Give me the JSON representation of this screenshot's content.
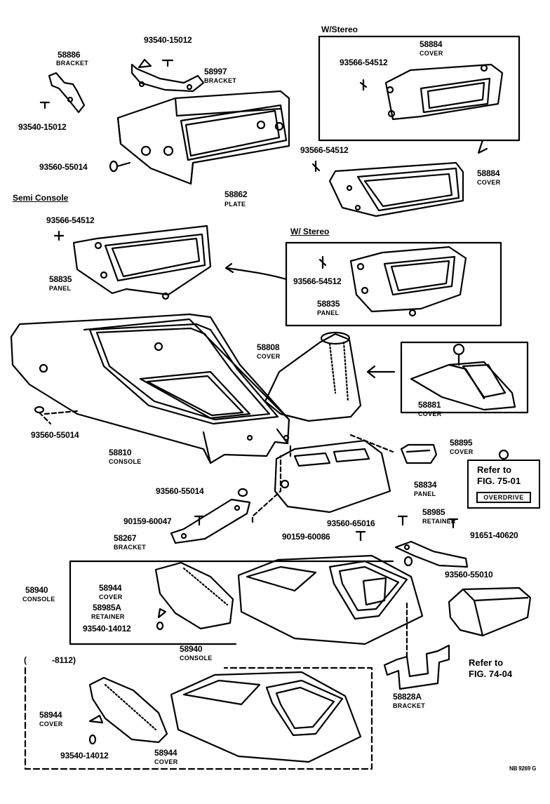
{
  "sections": {
    "semi_console": "Semi Console",
    "w_stereo_top": "W/Stereo",
    "w_stereo_mid": "W/ Stereo",
    "date_range_open": "(",
    "date_range": "-8112)"
  },
  "labels": {
    "p93540_15012_top": "93540-15012",
    "p58886": "58886",
    "p58886_name": "BRACKET",
    "p58997": "58997",
    "p58997_name": "BRACKET",
    "p93540_15012_left": "93540-15012",
    "p93560_55014_a": "93560-55014",
    "p58862": "58862",
    "p58862_name": "PLATE",
    "p93566_54512_box": "93566-54512",
    "p58884_a": "58884",
    "p58884_a_name": "COVER",
    "p93566_54512_b": "93566-54512",
    "p58884_b": "58884",
    "p58884_b_name": "COVER",
    "p93566_54512_c": "93566-54512",
    "p58835_a": "58835",
    "p58835_a_name": "PANEL",
    "p93566_54512_d": "93566-54512",
    "p58835_b": "58835",
    "p58835_b_name": "PANEL",
    "p58808": "58808",
    "p58808_name": "COVER",
    "p58881": "58881",
    "p58881_name": "COVER",
    "p93560_55014_b": "93560-55014",
    "p58810": "58810",
    "p58810_name": "CONSOLE",
    "p58895": "58895",
    "p58895_name": "COVER",
    "p93560_55014_c": "93560-55014",
    "p58834": "58834",
    "p58834_name": "PANEL",
    "p90159_60047": "90159-60047",
    "p58267": "58267",
    "p58267_name": "BRACKET",
    "p93560_65016": "93560-65016",
    "p90159_60086": "90159-60086",
    "p58985": "58985",
    "p58985_name": "RETAINER",
    "p91651_40620": "91651-40620",
    "p93560_55010": "93560-55010",
    "p58940_a": "58940",
    "p58940_a_name": "CONSOLE",
    "p58944_a": "58944",
    "p58944_a_name": "COVER",
    "p58985A": "58985A",
    "p58985A_name": "RETAINER",
    "p93540_14012_a": "93540-14012",
    "p58940_b": "58940",
    "p58940_b_name": "CONSOLE",
    "p58828A": "58828A",
    "p58828A_name": "BRACKET",
    "p58944_b": "58944",
    "p58944_b_name": "COVER",
    "p58944_c": "58944",
    "p58944_c_name": "COVER",
    "p93540_14012_b": "93540-14012"
  },
  "refs": {
    "refer_to": "Refer to",
    "fig_75": "FIG. 75-01",
    "overdrive": "OVERDRIVE",
    "refer_to_2": "Refer to",
    "fig_74": "FIG. 74-04",
    "footer": "NB 9269 G"
  }
}
